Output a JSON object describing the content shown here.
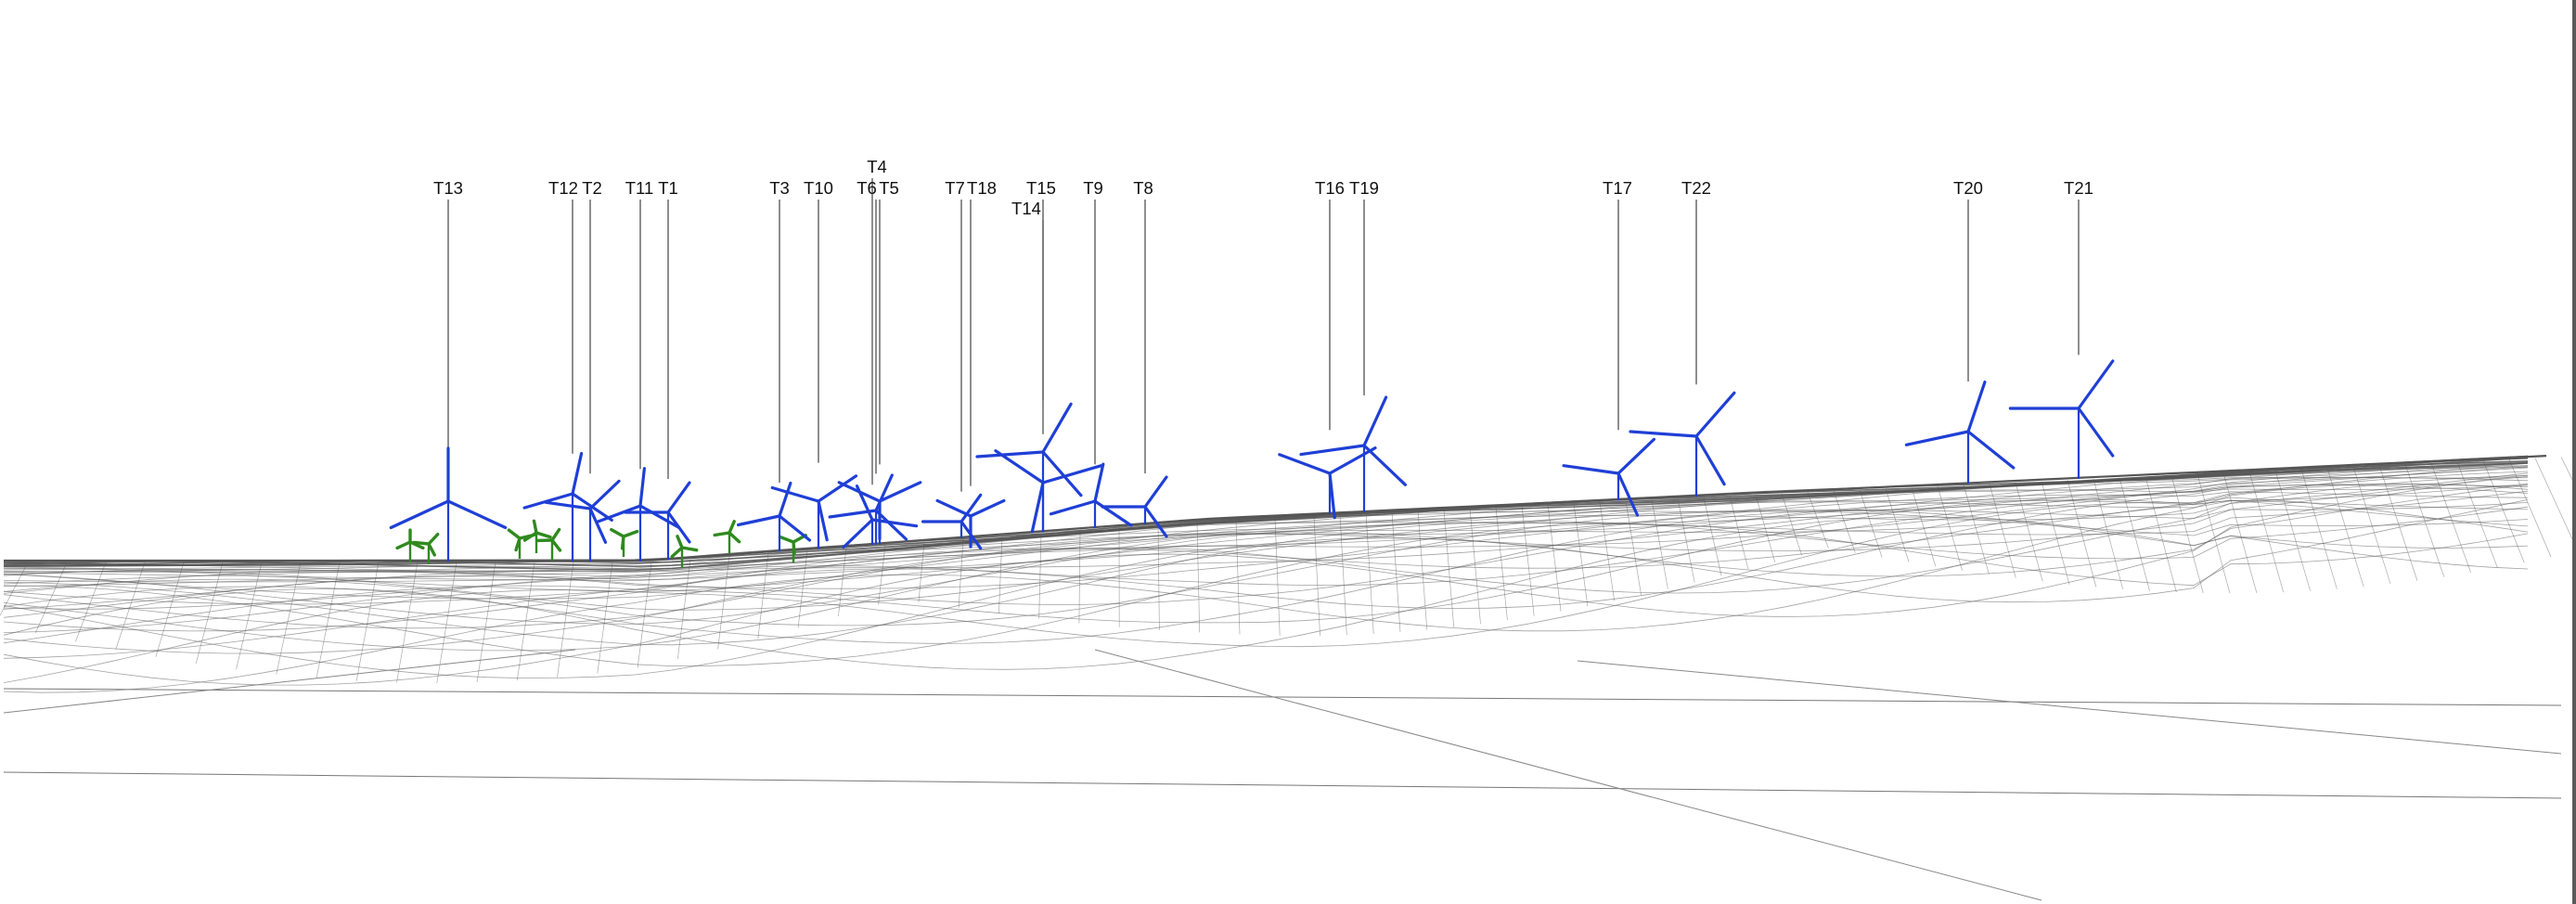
{
  "diagram": {
    "description_labels": [
      "T13",
      "T12",
      "T2",
      "T11",
      "T1",
      "T3",
      "T10",
      "T6",
      "T5",
      "T4",
      "T7",
      "T18",
      "T15",
      "T14",
      "T9",
      "T8",
      "T16",
      "T19",
      "T17",
      "T22",
      "T20",
      "T21"
    ],
    "colors": {
      "proposed_turbine": "#1f3fd6",
      "existing_turbine": "#2f8a1e",
      "terrain_mesh": "#555555",
      "leader_line": "#444444",
      "background": "#ffffff"
    },
    "turbines": [
      {
        "id": "T13",
        "label": "T13"
      },
      {
        "id": "T12",
        "label": "T12"
      },
      {
        "id": "T2",
        "label": "T2"
      },
      {
        "id": "T11",
        "label": "T11"
      },
      {
        "id": "T1",
        "label": "T1"
      },
      {
        "id": "T3",
        "label": "T3"
      },
      {
        "id": "T10",
        "label": "T10"
      },
      {
        "id": "T6",
        "label": "T6"
      },
      {
        "id": "T5",
        "label": "T5"
      },
      {
        "id": "T4",
        "label": "T4"
      },
      {
        "id": "T7",
        "label": "T7"
      },
      {
        "id": "T18",
        "label": "T18"
      },
      {
        "id": "T15",
        "label": "T15"
      },
      {
        "id": "T14",
        "label": "T14"
      },
      {
        "id": "T9",
        "label": "T9"
      },
      {
        "id": "T8",
        "label": "T8"
      },
      {
        "id": "T16",
        "label": "T16"
      },
      {
        "id": "T19",
        "label": "T19"
      },
      {
        "id": "T17",
        "label": "T17"
      },
      {
        "id": "T22",
        "label": "T22"
      },
      {
        "id": "T20",
        "label": "T20"
      },
      {
        "id": "T21",
        "label": "T21"
      }
    ],
    "existing_turbine_count": 9
  }
}
